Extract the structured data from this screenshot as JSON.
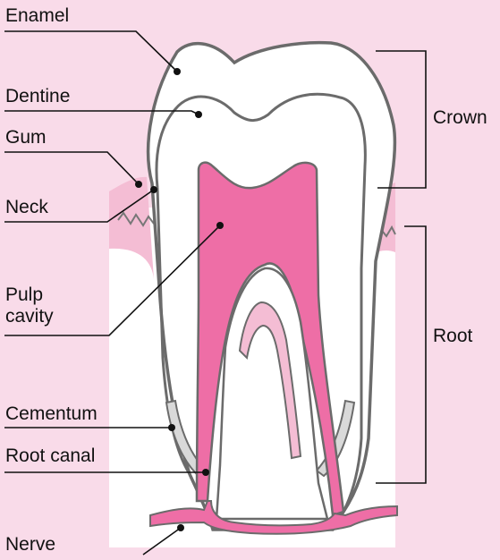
{
  "diagram": {
    "labels": {
      "enamel": "Enamel",
      "dentine": "Dentine",
      "gum": "Gum",
      "neck": "Neck",
      "pulp_cavity": "Pulp\ncavity",
      "cementum": "Cementum",
      "root_canal": "Root canal",
      "nerve": "Nerve",
      "crown": "Crown",
      "root": "Root"
    },
    "colors": {
      "background": "#f9dbe9",
      "gum": "#f4bdd4",
      "pulp": "#ee6ea6",
      "tooth": "#ffffff",
      "outline": "#666666",
      "cementum": "#d9d9d9"
    }
  }
}
